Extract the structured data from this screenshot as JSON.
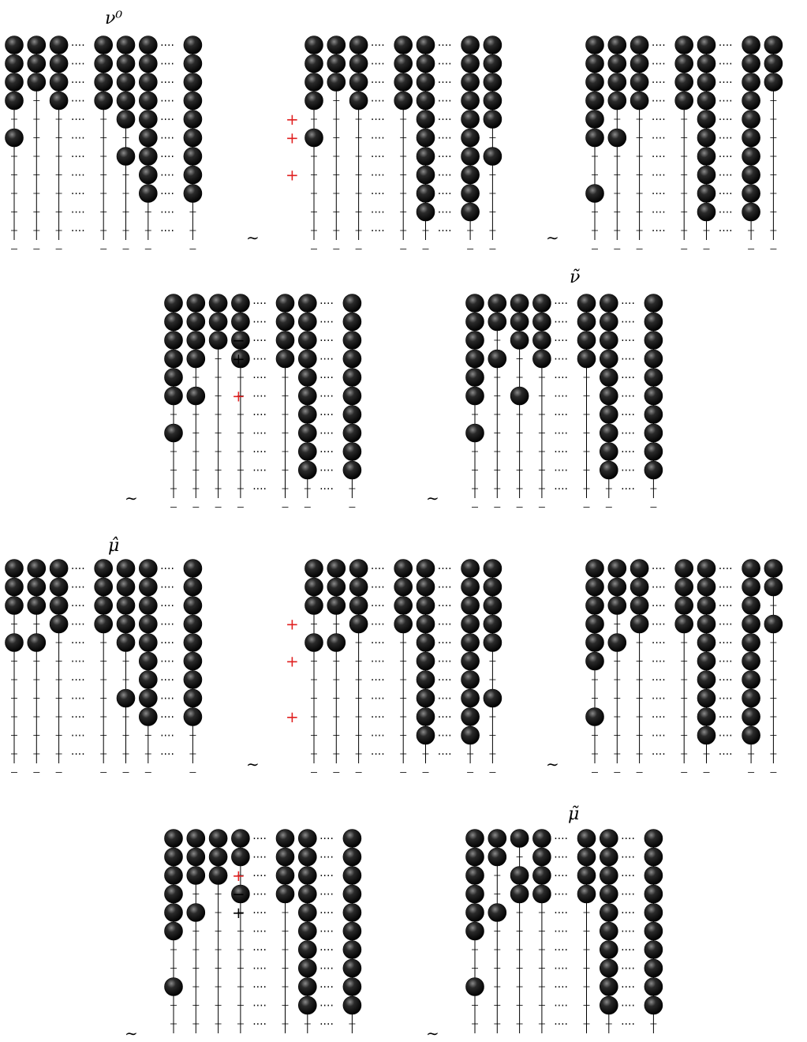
{
  "labels": {
    "nu0": "ν⁰",
    "nu_tilde": "ν̃",
    "mu_hat": "μ̂",
    "mu_tilde": "μ̃",
    "tilde_sep": "∼",
    "plus": "+",
    "minus": "−",
    "dots": "····"
  },
  "colors": {
    "bead": "#101010",
    "runner": "#000000",
    "red_mark": "#e02020"
  },
  "abaci": [
    {
      "id": "row1-a",
      "label": "ν⁰",
      "runners": [
        [
          0,
          1,
          2,
          3,
          5
        ],
        [
          0,
          1,
          2
        ],
        [
          0,
          1,
          2,
          3
        ],
        null,
        [
          0,
          1,
          2,
          3
        ],
        [
          0,
          1,
          2,
          3,
          4,
          6
        ],
        [
          0,
          1,
          2,
          3,
          4,
          5,
          6,
          7,
          8
        ],
        null,
        [
          0,
          1,
          2,
          3,
          4,
          5,
          6,
          7,
          8
        ]
      ],
      "marks": []
    },
    {
      "id": "row1-b",
      "label": "",
      "runners": [
        [
          0,
          1,
          2,
          3,
          5
        ],
        [
          0,
          1,
          2
        ],
        [
          0,
          1,
          2,
          3
        ],
        null,
        [
          0,
          1,
          2,
          3
        ],
        [
          0,
          1,
          2,
          3,
          4,
          5,
          6,
          7,
          8,
          9
        ],
        null,
        [
          0,
          1,
          2,
          3,
          4,
          5,
          6,
          7,
          8,
          9
        ],
        [
          0,
          1,
          2,
          3,
          4,
          6
        ]
      ],
      "marks": [
        {
          "text": "+",
          "color": "red",
          "row": 4
        },
        {
          "text": "+",
          "color": "red",
          "row": 5
        },
        {
          "text": "+",
          "color": "red",
          "row": 7
        }
      ]
    },
    {
      "id": "row1-c",
      "label": "",
      "runners": [
        [
          0,
          1,
          2,
          3,
          4,
          5,
          8
        ],
        [
          0,
          1,
          2,
          3,
          5
        ],
        [
          0,
          1,
          2,
          3
        ],
        null,
        [
          0,
          1,
          2,
          3
        ],
        [
          0,
          1,
          2,
          3,
          4,
          5,
          6,
          7,
          8,
          9
        ],
        null,
        [
          0,
          1,
          2,
          3,
          4,
          5,
          6,
          7,
          8,
          9
        ],
        [
          0,
          1,
          2
        ]
      ],
      "marks": []
    },
    {
      "id": "row2-a",
      "label": "",
      "runners": [
        [
          0,
          1,
          2,
          3,
          4,
          5,
          7
        ],
        [
          0,
          1,
          2,
          3,
          5
        ],
        [
          0,
          1,
          2
        ],
        [
          0,
          1,
          2,
          3
        ],
        null,
        [
          0,
          1,
          2,
          3
        ],
        [
          0,
          1,
          2,
          3,
          4,
          5,
          6,
          7,
          8,
          9
        ],
        null,
        [
          0,
          1,
          2,
          3,
          4,
          5,
          6,
          7,
          8,
          9
        ]
      ],
      "marks": [
        {
          "text": "−",
          "color": "black",
          "row": 2
        },
        {
          "text": "+",
          "color": "black",
          "row": 3
        },
        {
          "text": "+",
          "color": "red",
          "row": 5
        }
      ]
    },
    {
      "id": "row2-b",
      "label": "ν̃",
      "runners": [
        [
          0,
          1,
          2,
          3,
          4,
          5,
          7
        ],
        [
          0,
          1,
          3
        ],
        [
          0,
          1,
          2,
          5
        ],
        [
          0,
          1,
          2,
          3
        ],
        null,
        [
          0,
          1,
          2,
          3
        ],
        [
          0,
          1,
          2,
          3,
          4,
          5,
          6,
          7,
          8,
          9
        ],
        null,
        [
          0,
          1,
          2,
          3,
          4,
          5,
          6,
          7,
          8,
          9
        ]
      ],
      "marks": []
    },
    {
      "id": "row3-a",
      "label": "μ̂",
      "runners": [
        [
          0,
          1,
          2,
          4
        ],
        [
          0,
          1,
          2,
          4
        ],
        [
          0,
          1,
          2,
          3
        ],
        null,
        [
          0,
          1,
          2,
          3
        ],
        [
          0,
          1,
          2,
          3,
          4,
          7
        ],
        [
          0,
          1,
          2,
          3,
          4,
          5,
          6,
          7,
          8
        ],
        null,
        [
          0,
          1,
          2,
          3,
          4,
          5,
          6,
          7,
          8
        ]
      ],
      "marks": []
    },
    {
      "id": "row3-b",
      "label": "",
      "runners": [
        [
          0,
          1,
          2,
          4
        ],
        [
          0,
          1,
          2,
          4
        ],
        [
          0,
          1,
          2,
          3
        ],
        null,
        [
          0,
          1,
          2,
          3
        ],
        [
          0,
          1,
          2,
          3,
          4,
          5,
          6,
          7,
          8,
          9
        ],
        null,
        [
          0,
          1,
          2,
          3,
          4,
          5,
          6,
          7,
          8,
          9
        ],
        [
          0,
          1,
          2,
          3,
          4,
          7
        ]
      ],
      "marks": [
        {
          "text": "+",
          "color": "red",
          "row": 3
        },
        {
          "text": "+",
          "color": "red",
          "row": 5
        },
        {
          "text": "+",
          "color": "red",
          "row": 8
        }
      ]
    },
    {
      "id": "row3-c",
      "label": "",
      "runners": [
        [
          0,
          1,
          2,
          3,
          4,
          5,
          8
        ],
        [
          0,
          1,
          2,
          4
        ],
        [
          0,
          1,
          2,
          3
        ],
        null,
        [
          0,
          1,
          2,
          3
        ],
        [
          0,
          1,
          2,
          3,
          4,
          5,
          6,
          7,
          8,
          9
        ],
        null,
        [
          0,
          1,
          2,
          3,
          4,
          5,
          6,
          7,
          8,
          9
        ],
        [
          0,
          1,
          3
        ]
      ],
      "marks": []
    },
    {
      "id": "row4-a",
      "label": "",
      "runners": [
        [
          0,
          1,
          2,
          3,
          4,
          5,
          8
        ],
        [
          0,
          1,
          2,
          4
        ],
        [
          0,
          1,
          2
        ],
        [
          0,
          1,
          3
        ],
        null,
        [
          0,
          1,
          2,
          3
        ],
        [
          0,
          1,
          2,
          3,
          4,
          5,
          6,
          7,
          8,
          9
        ],
        null,
        [
          0,
          1,
          2,
          3,
          4,
          5,
          6,
          7,
          8,
          9
        ]
      ],
      "marks": [
        {
          "text": "+",
          "color": "red",
          "row": 2
        },
        {
          "text": "−",
          "color": "black",
          "row": 3
        },
        {
          "text": "+",
          "color": "black",
          "row": 4
        }
      ]
    },
    {
      "id": "row4-b",
      "label": "μ̃",
      "runners": [
        [
          0,
          1,
          2,
          3,
          4,
          5,
          8
        ],
        [
          0,
          1,
          4
        ],
        [
          0,
          2,
          3
        ],
        [
          0,
          1,
          2,
          3
        ],
        null,
        [
          0,
          1,
          2,
          3
        ],
        [
          0,
          1,
          2,
          3,
          4,
          5,
          6,
          7,
          8,
          9
        ],
        null,
        [
          0,
          1,
          2,
          3,
          4,
          5,
          6,
          7,
          8,
          9
        ]
      ],
      "marks": []
    }
  ]
}
